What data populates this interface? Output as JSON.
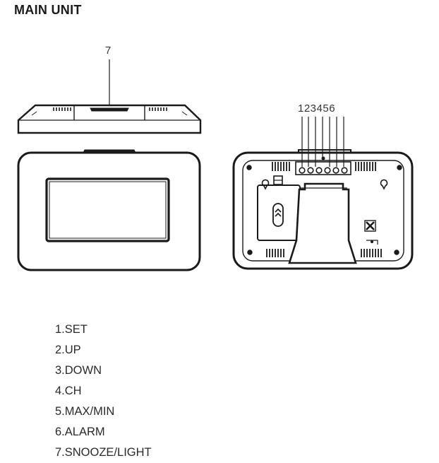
{
  "page": {
    "title": "MAIN UNIT"
  },
  "diagram": {
    "top_view_callout": "7",
    "back_view_callout": "123456"
  },
  "legend": [
    "1.SET",
    "2.UP",
    "3.DOWN",
    "4.CH",
    "5.MAX/MIN",
    "6.ALARM",
    "7.SNOOZE/LIGHT"
  ]
}
